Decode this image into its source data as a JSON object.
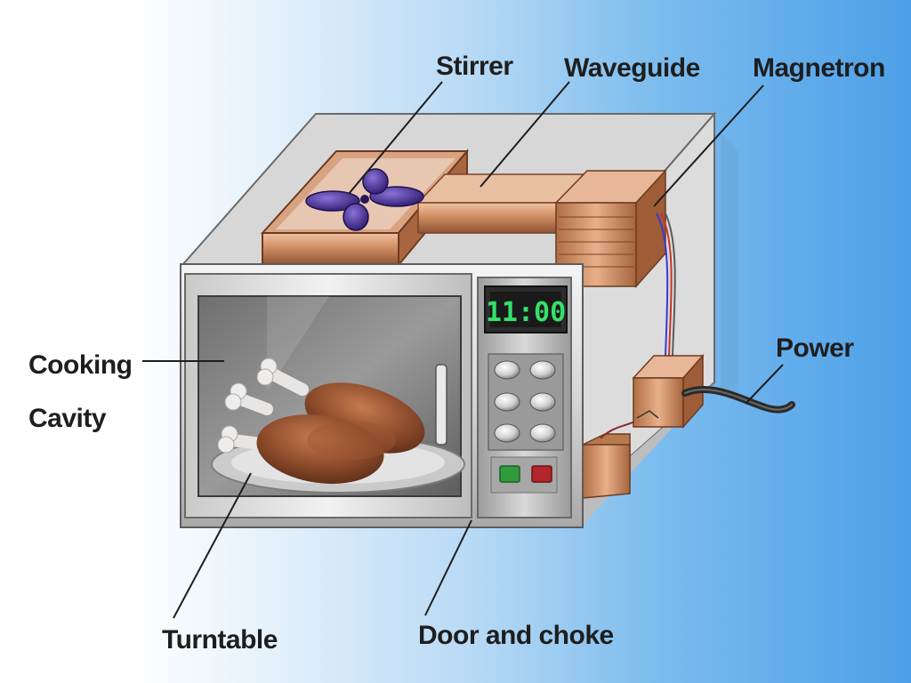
{
  "labels": {
    "stirrer": "Stirrer",
    "waveguide": "Waveguide",
    "magnetron": "Magnetron",
    "power": "Power",
    "cooking_cavity_line1": "Cooking",
    "cooking_cavity_line2": "Cavity",
    "turntable": "Turntable",
    "door_and_choke": "Door and choke"
  },
  "display": {
    "time": "11:00",
    "color": "#35e06a"
  },
  "colors": {
    "copper": "#c07a4f",
    "stirrer_blade": "#4a2f9a",
    "green_button": "#2e9b3e",
    "red_button": "#b3262c",
    "food": "#8a4a2a"
  }
}
